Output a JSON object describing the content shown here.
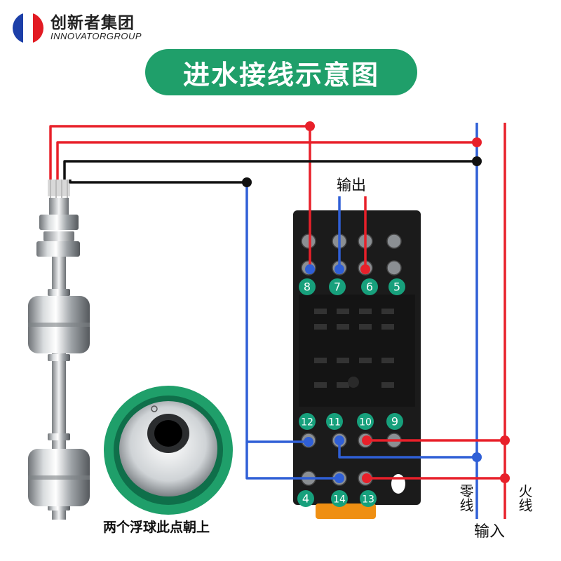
{
  "brand": {
    "name_cn": "创新者集团",
    "name_en": "INNOVATORGROUP"
  },
  "title": "进水接线示意图",
  "labels": {
    "output": "输出",
    "input": "输入",
    "neutral": "零线",
    "live": "火线",
    "float_note": "两个浮球此点朝上"
  },
  "terminals": [
    "8",
    "7",
    "6",
    "5",
    "12",
    "11",
    "10",
    "9",
    "4",
    "14",
    "13"
  ],
  "colors": {
    "red": "#e8202a",
    "blue": "#2f5fd6",
    "black": "#111111",
    "green": "#1f9f6a",
    "badge": "#17a07c"
  }
}
